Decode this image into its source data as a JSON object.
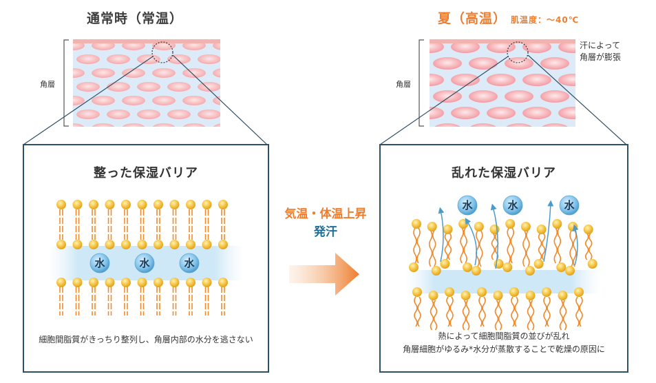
{
  "left": {
    "title": "通常時（常温）",
    "layer_label": "角層",
    "box_title": "整った保湿バリア",
    "water_label": "水",
    "caption": "細胞間脂質がきっちり整列し、角層内部の水分を逃さない"
  },
  "right": {
    "title": "夏（高温）",
    "subtitle": "肌温度：～40℃",
    "layer_label": "角層",
    "note_lines": [
      "汗によって",
      "角層が膨張"
    ],
    "box_title": "乱れた保湿バリア",
    "water_label": "水",
    "caption_lines": [
      "熱によって細胞間脂質の並びが乱れ",
      "角層細胞がゆるみ*水分が蒸散することで乾燥の原因に"
    ]
  },
  "center": {
    "line1": "気温・体温上昇",
    "line2": "発汗"
  },
  "colors": {
    "accent_orange": "#ee7d2d",
    "accent_blue": "#1d6f9a",
    "frame": "#2f4f66",
    "lipid_head": "#f5c242",
    "lipid_tail": "#f08a2c",
    "water": "#6fb6e0"
  }
}
